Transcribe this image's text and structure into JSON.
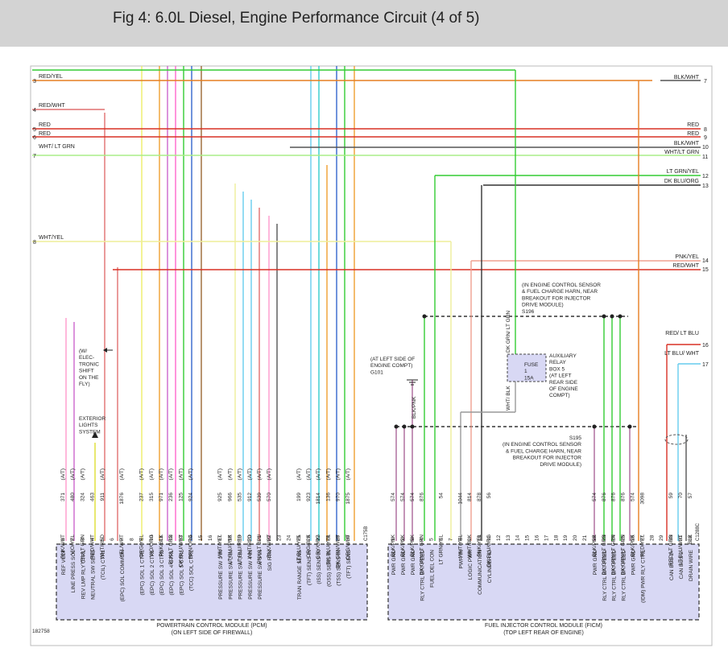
{
  "header": {
    "title": "Fig 4: 6.0L Diesel, Engine Performance Circuit (4 of 5)"
  },
  "fig_id": "182758",
  "colors": {
    "red": "#d93025",
    "orange": "#e67e22",
    "green": "#33cc33",
    "yellow": "#eeee66",
    "pink": "#ff66cc",
    "magenta": "#cc33cc",
    "blue_green": "#33cccc",
    "lt_blue": "#66ccee",
    "black": "#333333",
    "box_fill": "#d8d8f4"
  },
  "left_labels": [
    {
      "pin": "3",
      "name": "RED/YEL"
    },
    {
      "pin": "4",
      "name": "RED/WHT"
    },
    {
      "pin": "5",
      "name": "RED"
    },
    {
      "pin": "6",
      "name": "RED"
    },
    {
      "pin": "7",
      "name": "WHT/ LT GRN"
    },
    {
      "pin": "8",
      "name": "WHT/YEL"
    }
  ],
  "right_labels": [
    {
      "pin": "7",
      "name": "BLK/WHT"
    },
    {
      "pin": "8",
      "name": "RED"
    },
    {
      "pin": "9",
      "name": "RED"
    },
    {
      "pin": "10",
      "name": "BLK/WHT"
    },
    {
      "pin": "11",
      "name": "WHT/LT GRN"
    },
    {
      "pin": "12",
      "name": "LT GRN/YEL"
    },
    {
      "pin": "13",
      "name": "DK BLU/ORG"
    },
    {
      "pin": "14",
      "name": "PNK/YEL"
    },
    {
      "pin": "15",
      "name": "RED/WHT"
    },
    {
      "pin": "16",
      "name": "RED/ LT BLU"
    },
    {
      "pin": "17",
      "name": "LT BLU/ WHT"
    }
  ],
  "notes": {
    "s196": [
      "(IN ENGINE CONTROL SENSOR",
      "& FUEL CHARGE HARN, NEAR",
      "BREAKOUT FOR INJECTOR",
      "DRIVE MODULE)",
      "S196"
    ],
    "g101": [
      "(AT LEFT SIDE OF",
      "ENGINE COMPT)",
      "G101"
    ],
    "elec_shift": [
      "(W/",
      "ELEC-",
      "TRONIC",
      "SHIFT",
      "ON THE",
      "FLY)"
    ],
    "ext_lights": [
      "EXTERIOR",
      "LIGHTS",
      "SYSTEM"
    ],
    "fuse": [
      "FUSE",
      "1",
      "15A"
    ],
    "relay_box": [
      "AUXILIARY",
      "RELAY",
      "BOX 5",
      "(AT LEFT",
      "REAR SIDE",
      "OF ENGINE",
      "COMPT)"
    ],
    "s195": [
      "S195",
      "(IN ENGINE CONTROL SENSOR",
      "& FUEL CHARGE HARN, NEAR",
      "BREAKOUT FOR INJECTOR",
      "DRIVE MODULE)"
    ],
    "fuse_wire_top": "DK GRN/ LT GRN",
    "fuse_wire_bottom": "WHT/ BLK",
    "g101_wire": "BLK/PNK"
  },
  "pcm": {
    "title": "POWERTRAIN CONTROL MODULE (PCM)",
    "subtitle": "(ON LEFT SIDE OF FIREWALL)",
    "connector": "C175B",
    "pins": [
      {
        "n": "1",
        "circuit": "371",
        "color": "PNK/WHT",
        "note": "(A/T)",
        "func": "REF VOLT"
      },
      {
        "n": "2",
        "circuit": "480",
        "color": "VIO/YEL",
        "note": "(A/T)",
        "func": "LINE PRESS SOL"
      },
      {
        "n": "3",
        "circuit": "324",
        "color": "YEL/LT GRN",
        "note": "(A/T)",
        "func": "REV LMP RLY CTRL"
      },
      {
        "n": "4",
        "circuit": "463",
        "color": "RED/WHT",
        "note": "",
        "func": "NEUTRAL SW SENS"
      },
      {
        "n": "5",
        "circuit": "911",
        "color": "WHT/RED",
        "note": "(A/T)",
        "func": "(TCIL) CTRL"
      },
      {
        "n": "6",
        "circuit": "",
        "color": "",
        "note": "",
        "func": ""
      },
      {
        "n": "7",
        "circuit": "1876",
        "color": "YEL/WHT",
        "note": "(A/T)",
        "func": "(EPC) SOL COMMON"
      },
      {
        "n": "8",
        "circuit": "",
        "color": "",
        "note": "",
        "func": ""
      },
      {
        "n": "9",
        "circuit": "237",
        "color": "ORG/YEL",
        "note": "(A/T)",
        "func": "(EPC) SOL 1 CTRL"
      },
      {
        "n": "10",
        "circuit": "315",
        "color": "VIO/ORG",
        "note": "(A/T)",
        "func": "(EPC) SOL 2 CTRL"
      },
      {
        "n": "11",
        "circuit": "971",
        "color": "PNK/BLK",
        "note": "(A/T)",
        "func": "(EPC) SOL 3 CTRL"
      },
      {
        "n": "12",
        "circuit": "236",
        "color": "BLK/LT GRN",
        "note": "(A/T)",
        "func": "(EPC) SOL 4 CTRL"
      },
      {
        "n": "13",
        "circuit": "125",
        "color": "DK BLU/WHT",
        "note": "(A/T)",
        "func": "(EPC) SOL 5 CTRL"
      },
      {
        "n": "14",
        "circuit": "924",
        "color": "BRN/ORG",
        "note": "(A/T)",
        "func": "(TCC) SOL CTRL"
      },
      {
        "n": "15",
        "circuit": "",
        "color": "",
        "note": "",
        "func": ""
      },
      {
        "n": "16",
        "circuit": "",
        "color": "",
        "note": "",
        "func": ""
      },
      {
        "n": "17",
        "circuit": "925",
        "color": "WHT/YEL",
        "note": "(A/T)",
        "func": "PRESSURE SW 1 IN"
      },
      {
        "n": "18",
        "circuit": "966",
        "color": "LT BLU/PNK",
        "note": "(A/T)",
        "func": "PRESSURE SW 2 IN"
      },
      {
        "n": "19",
        "circuit": "535",
        "color": "LT BLU/RED",
        "note": "(A/T)",
        "func": "PRESSURE SW 3 IN"
      },
      {
        "n": "20",
        "circuit": "912",
        "color": "WHT/RED",
        "note": "(A/T)",
        "func": "PRESSURE SW 4 IN"
      },
      {
        "n": "21",
        "circuit": "539",
        "color": "PNK/LT BLU",
        "note": "(A/T)",
        "func": "PRESSURE SW 5 IN"
      },
      {
        "n": "22",
        "circuit": "570",
        "color": "BLK/WHT",
        "note": "(A/T)",
        "func": "SIG RTN"
      },
      {
        "n": "23",
        "circuit": "",
        "color": "",
        "note": "",
        "func": ""
      },
      {
        "n": "24",
        "circuit": "",
        "color": "",
        "note": "",
        "func": ""
      },
      {
        "n": "25",
        "circuit": "199",
        "color": "LT BLU/YEL",
        "note": "(A/T)",
        "func": "TRAN RANGE SENS"
      },
      {
        "n": "26",
        "circuit": "923",
        "color": "ORG/BLK",
        "note": "(A/T)",
        "func": "(TFT) SENS IN"
      },
      {
        "n": "27",
        "circuit": "1814",
        "color": "GRY/ORG",
        "note": "(A/T)",
        "func": "(ISS) SENS IN"
      },
      {
        "n": "28",
        "circuit": "136",
        "color": "DK BLU/YEL",
        "note": "(A/T)",
        "func": "(OSS) SENS IN"
      },
      {
        "n": "29",
        "circuit": "970",
        "color": "DK GRN/WHT",
        "note": "(A/T)",
        "func": "(TSS) SENS IN"
      },
      {
        "n": "30",
        "circuit": "1875",
        "color": "ORG/WHT",
        "note": "(A/T)",
        "func": "(TFT) SENS"
      }
    ]
  },
  "ficm": {
    "title": "FUEL INJECTOR CONTROL MODULE (FICM)",
    "subtitle": "(TOP LEFT REAR OF ENGINE)",
    "connector": "C1288C",
    "pins": [
      {
        "n": "1",
        "circuit": "574",
        "color": "BLK/PNK",
        "func": "PWR GND"
      },
      {
        "n": "2",
        "circuit": "574",
        "color": "BLK/PNK",
        "func": "PWR GND"
      },
      {
        "n": "3",
        "circuit": "574",
        "color": "BLK/PNK",
        "func": "PWR GND"
      },
      {
        "n": "4",
        "circuit": "876",
        "color": "DK GRN/LT GRN",
        "func": "RLY CTRL BAT FEED"
      },
      {
        "n": "5",
        "circuit": "",
        "color": "",
        "func": "FUEL DEL CON"
      },
      {
        "n": "6",
        "circuit": "54",
        "color": "LT GRN/YEL",
        "func": ""
      },
      {
        "n": "7",
        "circuit": "",
        "color": "",
        "func": ""
      },
      {
        "n": "8",
        "circuit": "1044",
        "color": "WHT/YEL",
        "func": "PWR IN"
      },
      {
        "n": "9",
        "circuit": "814",
        "color": "WHT/BLK",
        "func": "LOGIC PWR"
      },
      {
        "n": "10",
        "circuit": "878",
        "color": "PNK/YEL",
        "func": "COMMUNICATION"
      },
      {
        "n": "11",
        "circuit": "56",
        "color": "DK BLU/ORG",
        "func": "CYLINDER ID"
      },
      {
        "n": "12",
        "circuit": "",
        "color": "",
        "func": ""
      },
      {
        "n": "13",
        "circuit": "",
        "color": "",
        "func": ""
      },
      {
        "n": "14",
        "circuit": "",
        "color": "",
        "func": ""
      },
      {
        "n": "15",
        "circuit": "",
        "color": "",
        "func": ""
      },
      {
        "n": "16",
        "circuit": "",
        "color": "",
        "func": ""
      },
      {
        "n": "17",
        "circuit": "",
        "color": "",
        "func": ""
      },
      {
        "n": "18",
        "circuit": "",
        "color": "",
        "func": ""
      },
      {
        "n": "19",
        "circuit": "",
        "color": "",
        "func": ""
      },
      {
        "n": "20",
        "circuit": "",
        "color": "",
        "func": ""
      },
      {
        "n": "21",
        "circuit": "",
        "color": "",
        "func": ""
      },
      {
        "n": "22",
        "circuit": "574",
        "color": "BLK/PNK",
        "func": "PWR GND"
      },
      {
        "n": "23",
        "circuit": "876",
        "color": "DK GRN/LT GRN",
        "func": "RLY CTRL BAT FEED"
      },
      {
        "n": "24",
        "circuit": "876",
        "color": "DK GRN/LT GRN",
        "func": "RLY CTRL BAT FEED"
      },
      {
        "n": "25",
        "circuit": "876",
        "color": "DK GRN/LT GRN",
        "func": "RLY CTRL BAT FEED"
      },
      {
        "n": "26",
        "circuit": "574",
        "color": "BLK/PNK",
        "func": "PWR GND"
      },
      {
        "n": "27",
        "circuit": "3098",
        "color": "RED/YEL",
        "func": "(IDM) PWR RLY CTRL"
      },
      {
        "n": "28",
        "circuit": "",
        "color": "",
        "func": ""
      },
      {
        "n": "29",
        "circuit": "",
        "color": "",
        "func": ""
      },
      {
        "n": "30",
        "circuit": "59",
        "color": "RED/LT GRN",
        "func": "CAN BUS 2+"
      },
      {
        "n": "31",
        "circuit": "70",
        "color": "LT BLU/WHT",
        "func": "CAN BUS 2-"
      },
      {
        "n": "32",
        "circuit": "57",
        "color": "BLK",
        "func": "DRAIN WIRE"
      }
    ]
  }
}
